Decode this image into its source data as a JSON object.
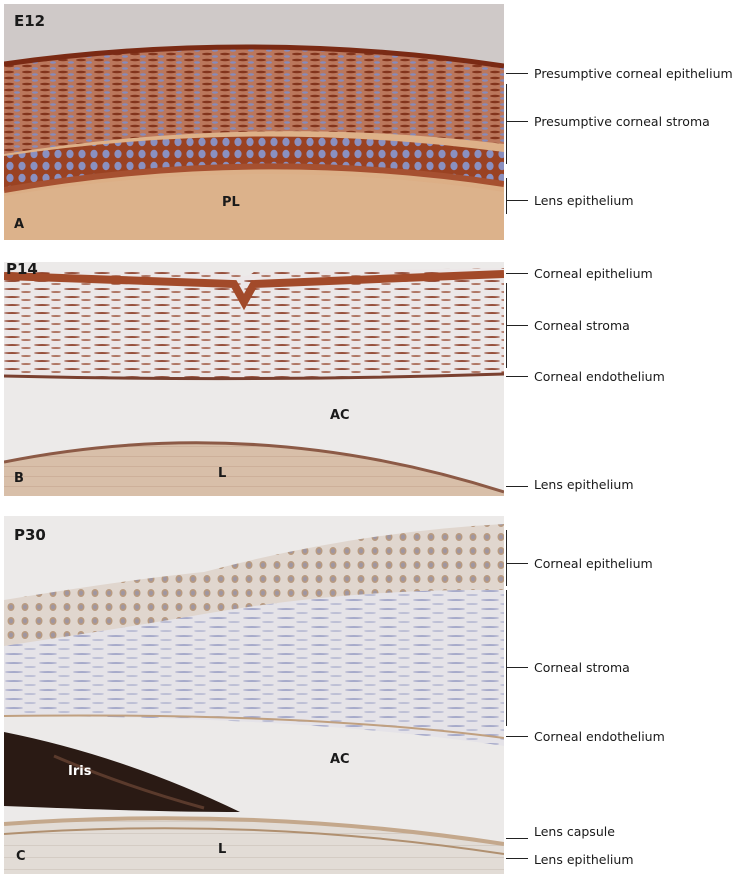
{
  "figure": {
    "panels": [
      {
        "stage": "E12",
        "letter": "A",
        "regions": [
          {
            "label": "PL"
          }
        ],
        "annotations": [
          {
            "text": "Presumptive corneal epithelium"
          },
          {
            "text": "Presumptive corneal stroma"
          },
          {
            "text": "Lens epithelium"
          }
        ]
      },
      {
        "stage": "P14",
        "letter": "B",
        "regions": [
          {
            "label": "AC"
          },
          {
            "label": "L"
          }
        ],
        "annotations": [
          {
            "text": "Corneal epithelium"
          },
          {
            "text": "Corneal stroma"
          },
          {
            "text": "Corneal endothelium"
          },
          {
            "text": "Lens epithelium"
          }
        ]
      },
      {
        "stage": "P30",
        "letter": "C",
        "regions": [
          {
            "label": "Iris"
          },
          {
            "label": "AC"
          },
          {
            "label": "L"
          }
        ],
        "annotations": [
          {
            "text": "Corneal epithelium"
          },
          {
            "text": "Corneal stroma"
          },
          {
            "text": "Corneal endothelium"
          },
          {
            "text": "Lens capsule"
          },
          {
            "text": "Lens epithelium"
          }
        ]
      }
    ],
    "colors": {
      "stain_dark": "#8a3a1c",
      "stain_mid": "#c07a4e",
      "stroma_light": "#e9e4e6",
      "lens_tan": "#d9b48f",
      "nuclei_blue": "#7f86b8",
      "iris_pigment": "#2a1a14",
      "background_gray": "#eceae9"
    }
  }
}
